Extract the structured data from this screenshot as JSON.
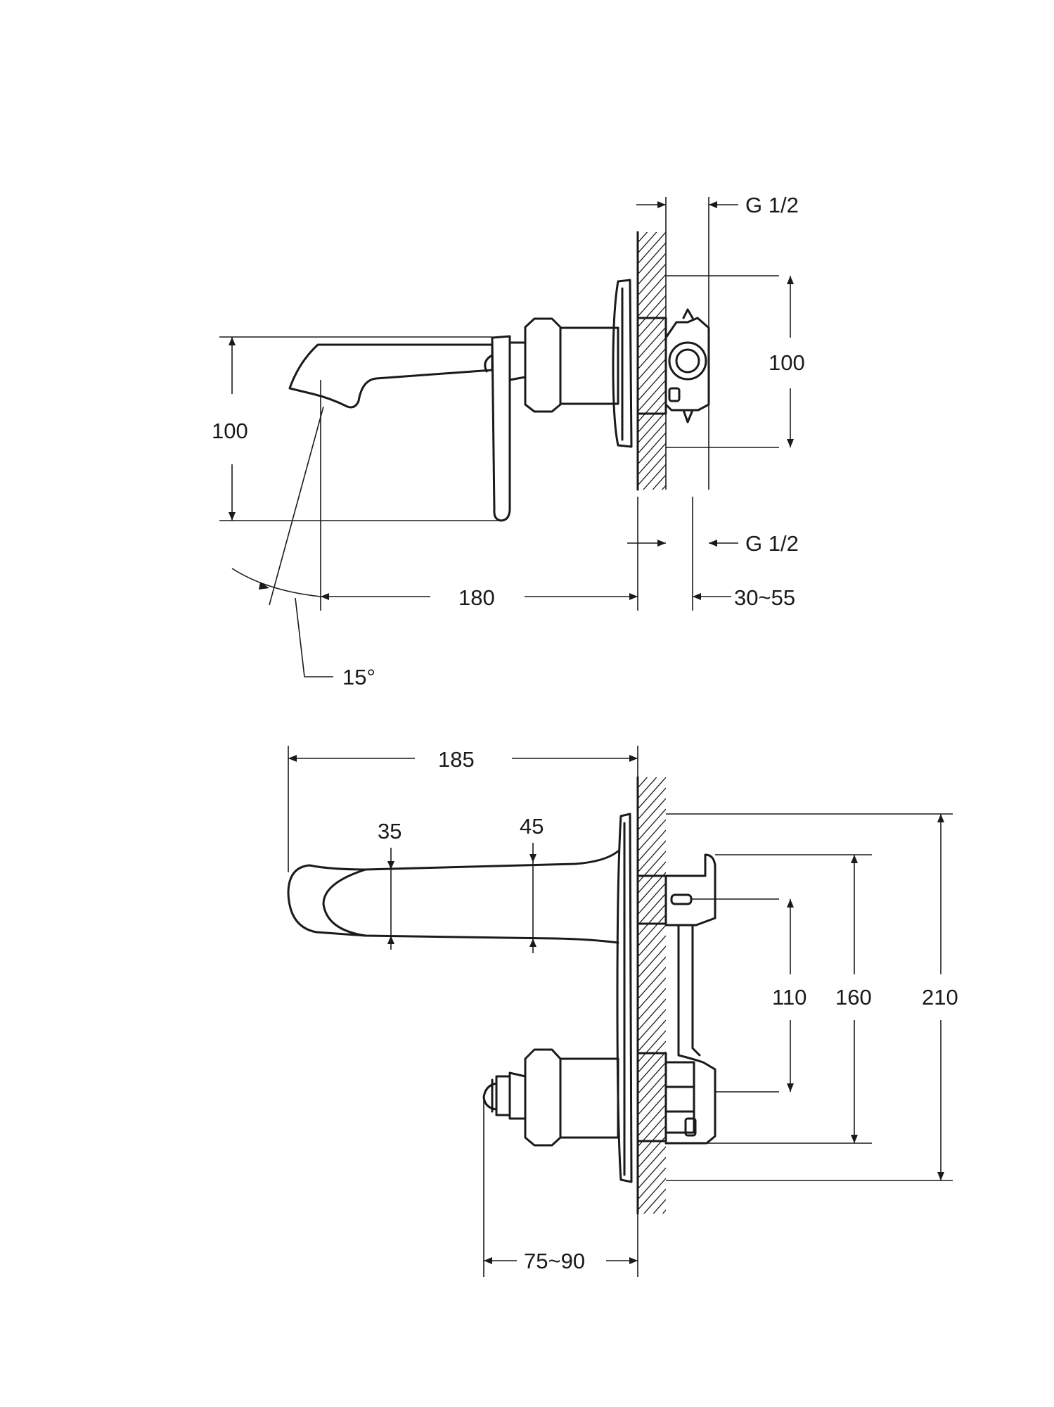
{
  "labels": {
    "top_inlet_thread": "G 1/2",
    "top_body_height": "100",
    "top_spout_height": "100",
    "top_outlet_thread": "G 1/2",
    "top_spout_reach": "180",
    "top_wall_depth": "30~55",
    "top_angle": "15°",
    "bottom_overall_length": "185",
    "bottom_spout_tip": "35",
    "bottom_spout_base": "45",
    "bottom_dim_110": "110",
    "bottom_dim_160": "160",
    "bottom_dim_210": "210",
    "bottom_wall_depth": "75~90"
  },
  "colors": {
    "line": "#1a1a1a",
    "background": "#ffffff"
  }
}
